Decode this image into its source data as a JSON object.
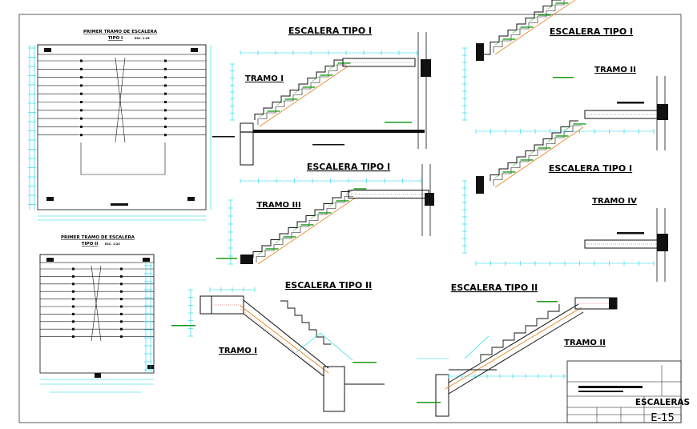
{
  "plans": {
    "top_title": "PRIMER TRAMO DE ESCALERA",
    "top_subtitle": "TIPO I",
    "top_scale": "ESC. 1:25",
    "bottom_title": "PRIMER TRAMO DE ESCALERA",
    "bottom_subtitle": "TIPO II",
    "bottom_scale": "ESC. 1:25"
  },
  "sections": [
    {
      "title": "ESCALERA  TIPO  I",
      "tramo": "TRAMO  I"
    },
    {
      "title": "ESCALERA  TIPO  I",
      "tramo": "TRAMO  II"
    },
    {
      "title": "ESCALERA  TIPO  I",
      "tramo": "TRAMO  III"
    },
    {
      "title": "ESCALERA  TIPO  I",
      "tramo": "TRAMO  IV"
    },
    {
      "title": "ESCALERA  TIPO  II",
      "tramo": "TRAMO  I"
    },
    {
      "title": "ESCALERA  TIPO  II",
      "tramo": "TRAMO  II"
    }
  ],
  "title_block": {
    "sheet_title": "ESCALERAS",
    "sheet_number": "E-15"
  },
  "colors": {
    "frame": "#5c5c5c",
    "line": "#111111",
    "dimension": "#14d6e8",
    "rebar": "#e8821a",
    "annotation": "#1a9a1a",
    "hatch": "#cc2222"
  }
}
